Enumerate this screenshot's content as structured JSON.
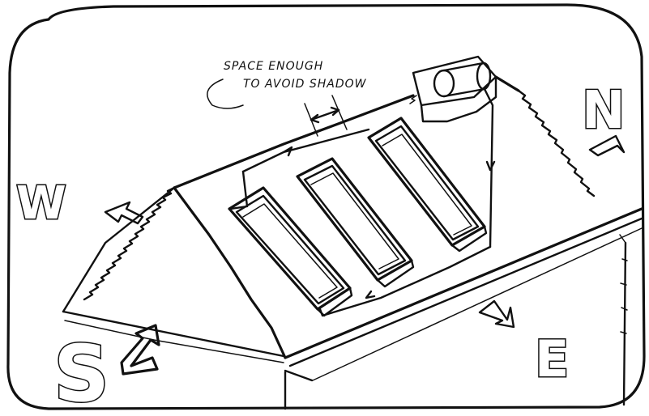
{
  "annotation": {
    "line1": "SPACE ENOUGH",
    "line2": "TO AVOID SHADOW"
  },
  "compass": {
    "north": "N",
    "east": "E",
    "south": "S",
    "west": "W"
  },
  "colors": {
    "ink": "#111111",
    "paper": "#ffffff"
  }
}
